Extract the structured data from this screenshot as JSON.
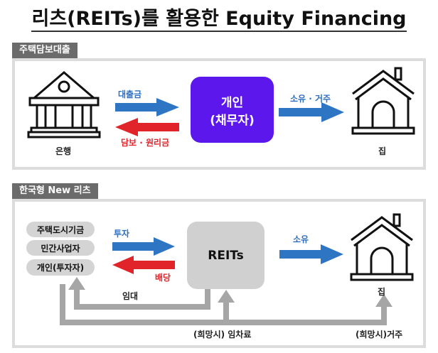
{
  "title": "리츠(REITs)를 활용한 Equity Financing",
  "panel1": {
    "tag": "주택담보대출",
    "bank_label": "은행",
    "loan_label": "대출금",
    "repay_label": "담보 · 원리금",
    "person_line1": "개인",
    "person_line2": "(채무자)",
    "own_label": "소유 · 거주",
    "house_label": "집"
  },
  "panel2": {
    "tag": "한국형 New 리츠",
    "investors": [
      "주택도시기금",
      "민간사업자",
      "개인(투자자)"
    ],
    "invest_label": "투자",
    "dividend_label": "배당",
    "reits_label": "REITs",
    "own_label": "소유",
    "house_label": "집",
    "lease_label": "임대",
    "rent_label": "(희망시) 임차료",
    "reside_label": "(희망시)거주"
  },
  "colors": {
    "blue": "#2e75c4",
    "red": "#e0242a",
    "purple": "#5b17ec",
    "gray": "#a6a6a6"
  }
}
